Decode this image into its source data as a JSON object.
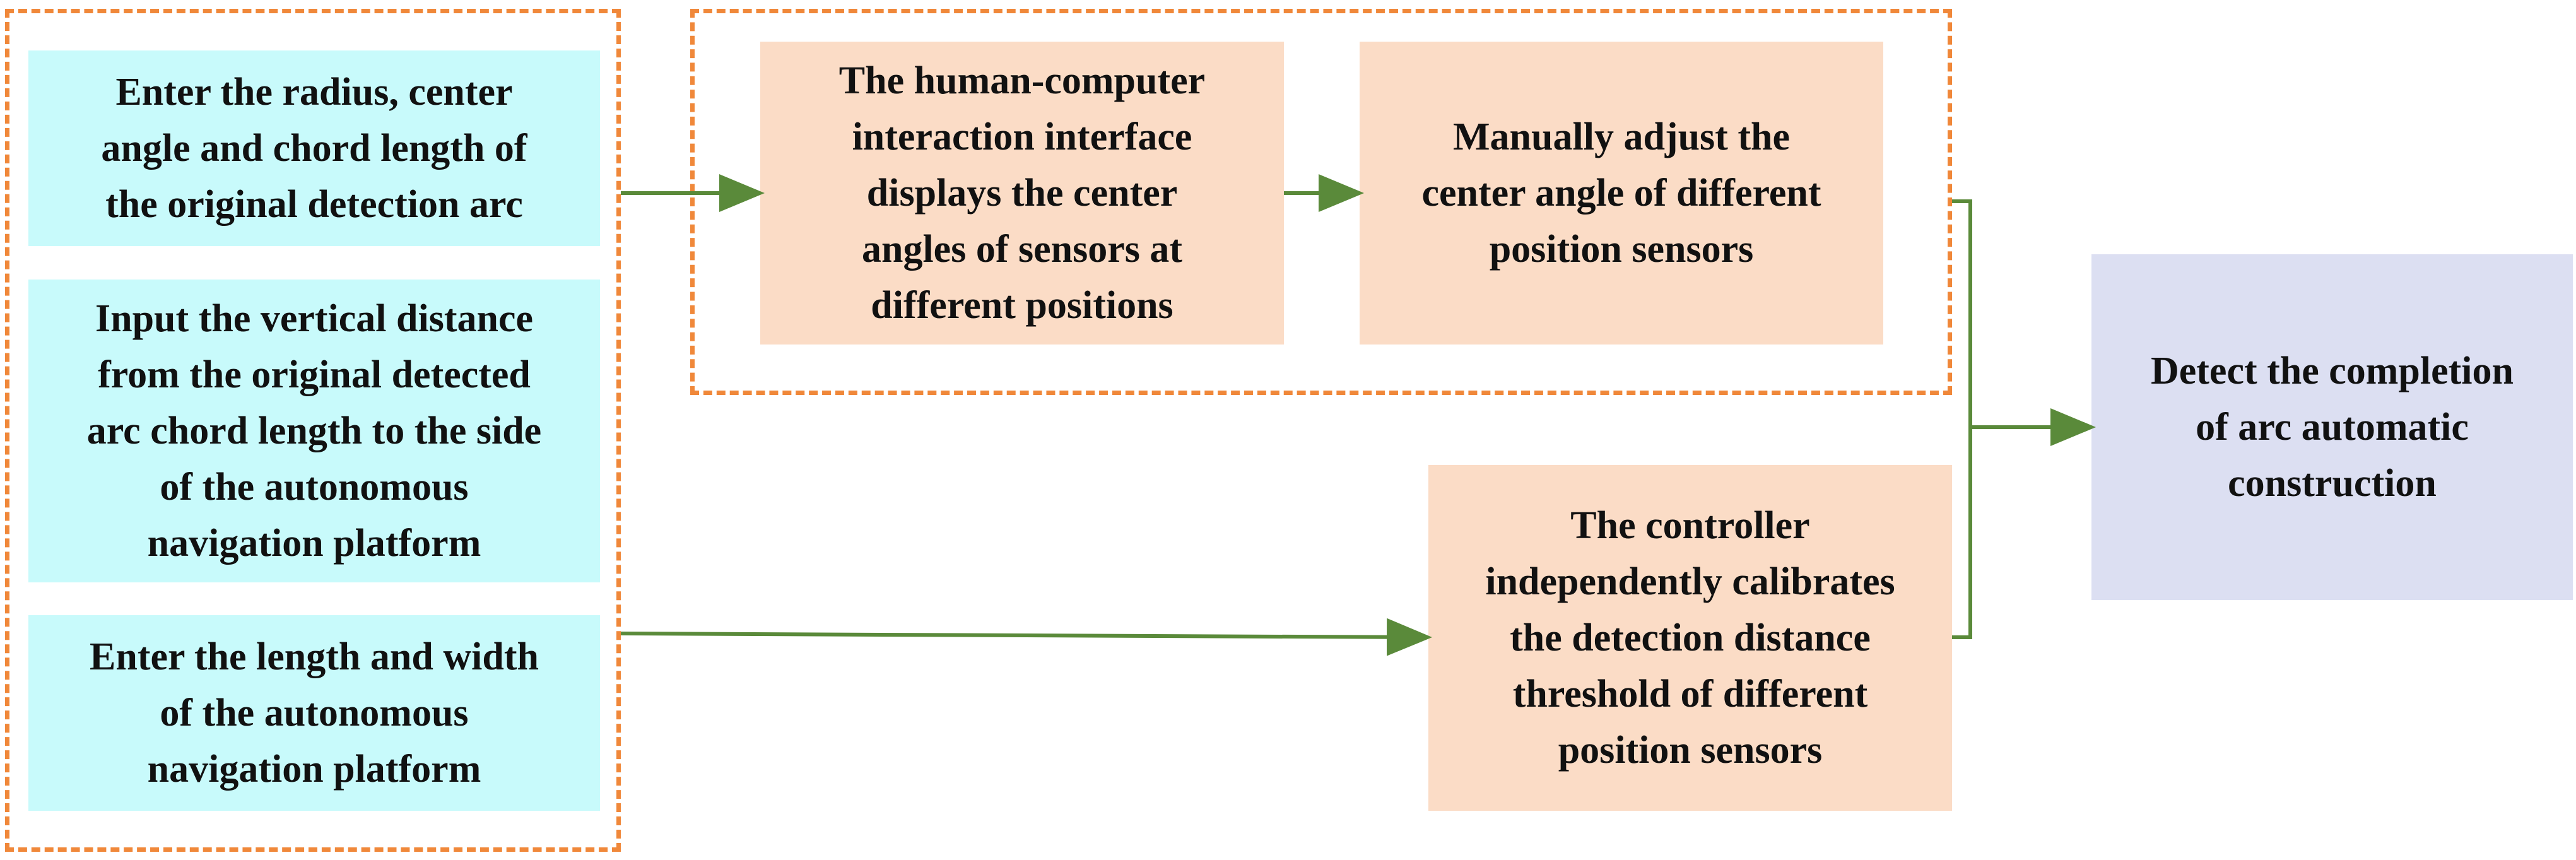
{
  "colors": {
    "input_box": "#c8fafb",
    "process_box": "#fbdcc6",
    "output_box": "#dcdff2",
    "dashed_border": "#f0883a",
    "arrow": "#5a8a3a"
  },
  "inputs": {
    "arc_params": "Enter the radius, center\nangle and chord length of\nthe original detection arc",
    "vertical_distance": "Input the vertical distance\nfrom the original detected\narc chord length to the side\nof the autonomous\nnavigation platform",
    "platform_size": "Enter the length and width\nof the autonomous\nnavigation platform"
  },
  "manual": {
    "interface_display": "The human-computer\ninteraction interface\ndisplays the center\nangles of sensors at\ndifferent positions",
    "adjust_angle": "Manually adjust the\ncenter angle of different\nposition sensors"
  },
  "controller": {
    "calibrate": "The controller\nindependently calibrates\nthe detection distance\nthreshold of different\nposition sensors"
  },
  "output": {
    "completion": "Detect the completion\nof arc automatic\nconstruction"
  }
}
